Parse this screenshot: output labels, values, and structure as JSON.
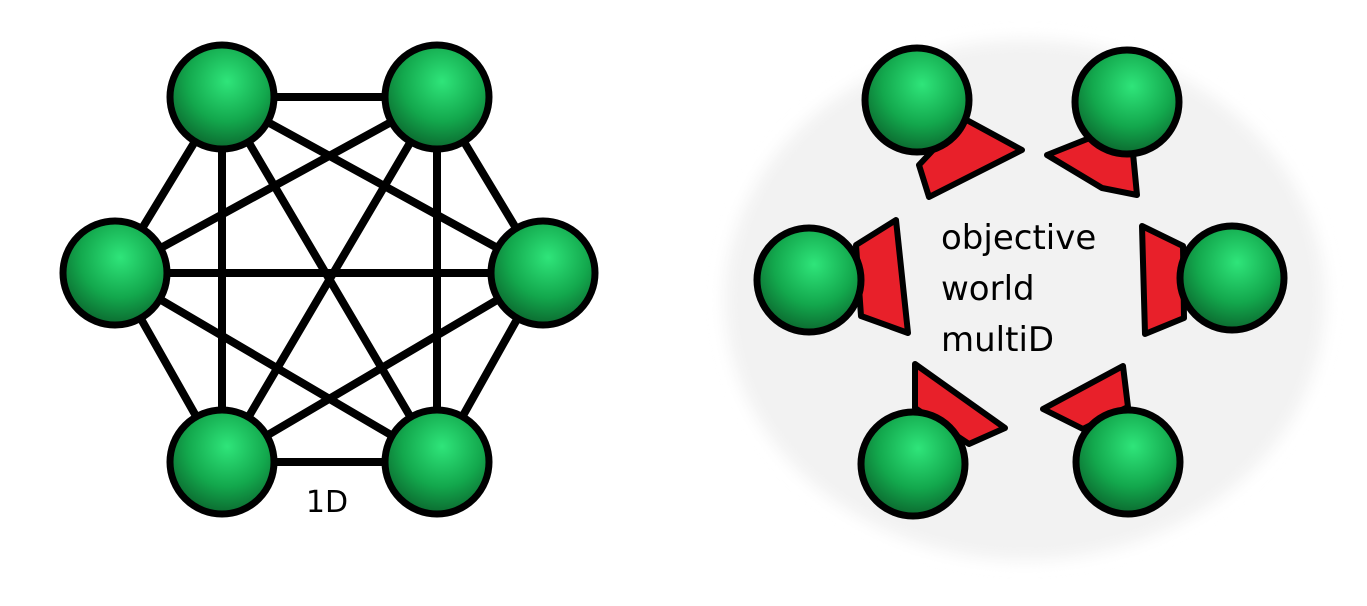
{
  "colors": {
    "node_fill": "#13a84d",
    "node_highlight": "#2fe57a",
    "node_shadow": "#0a5e2a",
    "outline": "#000000",
    "cone_fill": "#e8202a",
    "background": "#ffffff"
  },
  "left_diagram": {
    "label": "1D",
    "node_count": 6,
    "edges": "complete-graph"
  },
  "right_diagram": {
    "center_text": [
      "objective",
      "world",
      "multiD"
    ],
    "node_count": 6,
    "node_attachment": "red-cone-pointing-inward"
  }
}
